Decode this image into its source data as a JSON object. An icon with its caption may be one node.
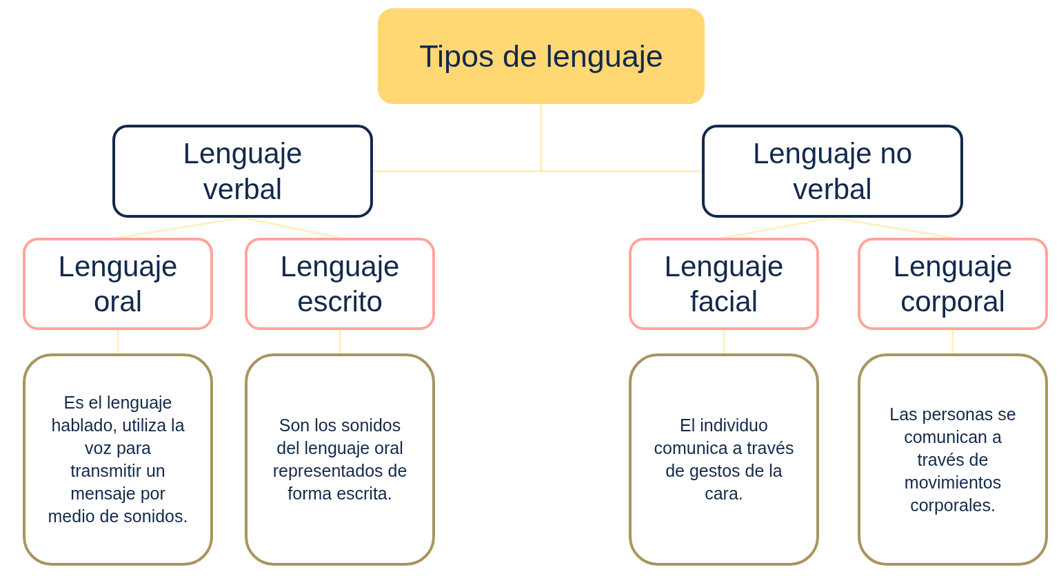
{
  "diagram": {
    "nodes": [
      {
        "text": [
          "Tipos de lenguaje"
        ]
      },
      {
        "text": [
          "Lenguaje verbal"
        ]
      },
      {
        "text": [
          "Lenguaje no verbal"
        ]
      },
      {
        "text": [
          "Lenguaje oral"
        ]
      },
      {
        "text": [
          "Lenguaje escrito"
        ]
      },
      {
        "text": [
          "Lenguaje facial"
        ]
      },
      {
        "text": [
          "Lenguaje corporal"
        ]
      },
      {
        "text": [
          "Es el lenguaje hablado, utiliza la voz para transmitir un mensaje por medio de sonidos."
        ]
      },
      {
        "text": [
          "Son los sonidos del lenguaje oral representados de forma escrita."
        ]
      },
      {
        "text": [
          "El individuo comunica a través de gestos de la cara."
        ]
      },
      {
        "text": [
          "Las personas se comunican a través de movimientos corporales."
        ]
      }
    ],
    "edges": [
      {
        "from": 0,
        "to": 1,
        "arrow": "none"
      },
      {
        "from": 0,
        "to": 2,
        "arrow": "none"
      },
      {
        "from": 1,
        "to": 3,
        "arrow": "none"
      },
      {
        "from": 1,
        "to": 4,
        "arrow": "none"
      },
      {
        "from": 2,
        "to": 5,
        "arrow": "none"
      },
      {
        "from": 2,
        "to": 6,
        "arrow": "none"
      },
      {
        "from": 3,
        "to": 7,
        "arrow": "none"
      },
      {
        "from": 4,
        "to": 8,
        "arrow": "none"
      },
      {
        "from": 5,
        "to": 9,
        "arrow": "none"
      },
      {
        "from": 6,
        "to": 10,
        "arrow": "none"
      }
    ]
  }
}
